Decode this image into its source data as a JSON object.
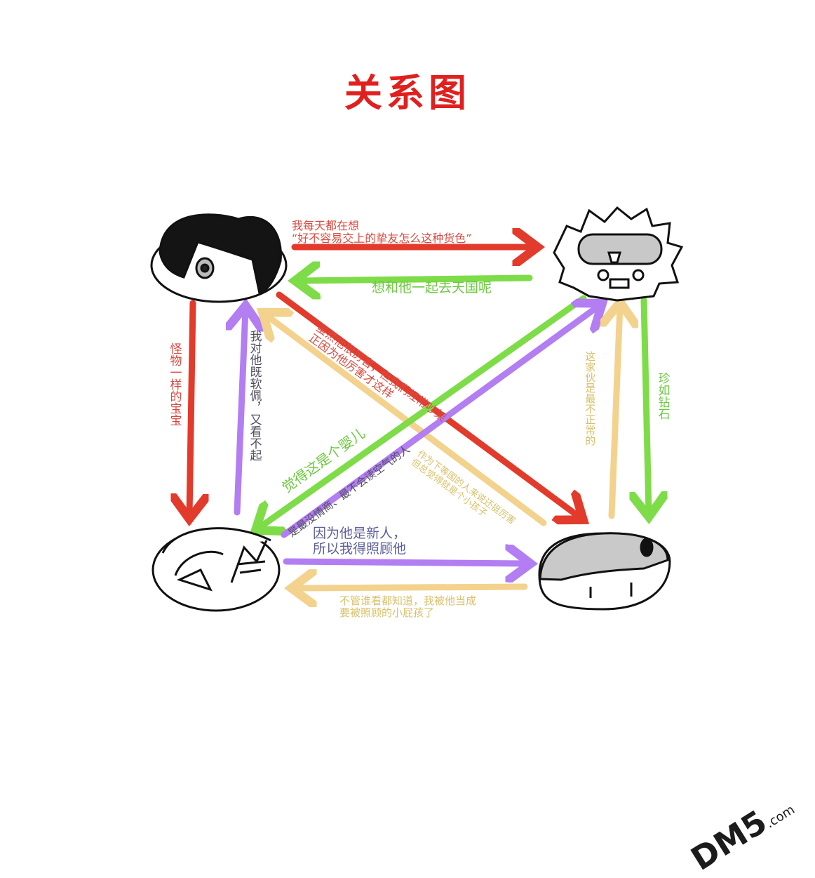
{
  "title": "关系图",
  "characters": [
    {
      "id": "top-left",
      "icon": "black-hair-character-face"
    },
    {
      "id": "top-right",
      "icon": "goggles-character-face"
    },
    {
      "id": "bottom-left",
      "icon": "white-hair-character-face"
    },
    {
      "id": "bottom-right",
      "icon": "gray-hair-character-face"
    }
  ],
  "colors": {
    "red": "#e23a2b",
    "green": "#7ddc47",
    "purple": "#b27ef2",
    "yellow": "#f3d28e"
  },
  "relations": {
    "tl_to_tr_line1": "我每天都在想",
    "tl_to_tr_line2": "“好不容易交上的挚友怎么这种货色”",
    "tr_to_tl": "想和他一起去天国呢",
    "tl_to_bl": "怪物一样的宝宝",
    "bl_to_tl": "我对他既软佩，又看不起",
    "tl_to_br_line1": "虽然他很厉害，但我们经常吵架",
    "tl_to_br_line2": "正因为他厉害才这样",
    "tr_to_bl": "觉得这是个婴儿",
    "bl_to_tr_line1": "是最没情商、最不会读空气的人",
    "br_to_tl_line1": "作为下等国的人来说还挺厉害",
    "br_to_tl_line2": "但总觉得就是个小孩子",
    "tr_to_br": "珍如钻石",
    "br_to_tr": "这家伙是最不正常的",
    "bl_to_br_line1": "因为他是新人，",
    "bl_to_br_line2": "所以我得照顾他",
    "br_to_bl_line1": "不管谁看都知道，我被他当成",
    "br_to_bl_line2": "要被照顾的小屁孩了"
  },
  "watermark": {
    "text": "DM5",
    "suffix": ".com"
  }
}
